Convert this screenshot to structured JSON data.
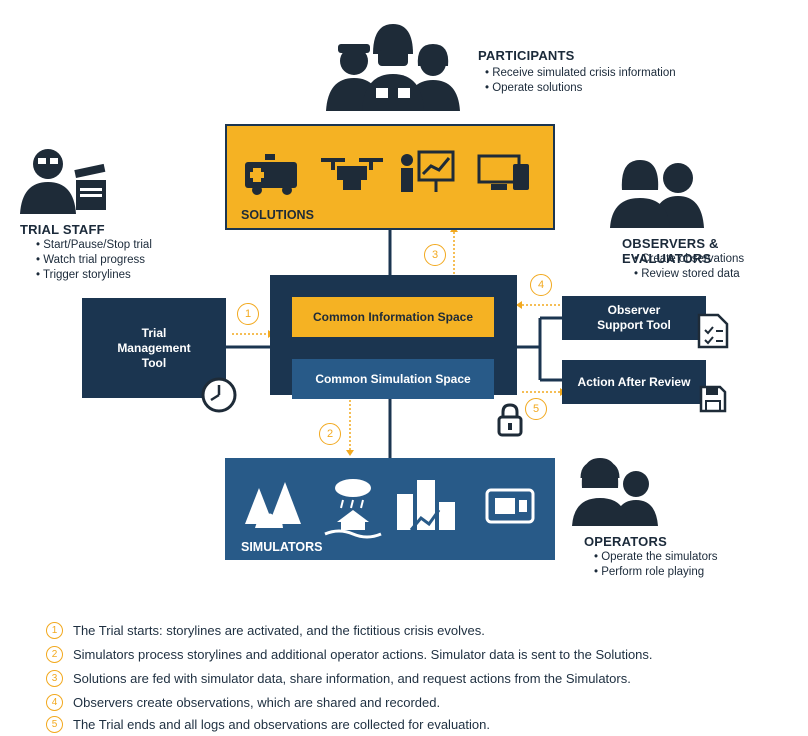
{
  "participants": {
    "heading": "PARTICIPANTS",
    "bullets": [
      "• Receive simulated crisis information",
      "• Operate solutions"
    ]
  },
  "trial_staff": {
    "heading": "TRIAL STAFF",
    "bullets": [
      "• Start/Pause/Stop trial",
      "• Watch trial progress",
      "• Trigger storylines"
    ]
  },
  "observers": {
    "heading": "OBSERVERS & EVALUATORS",
    "bullets": [
      "• Create observations",
      "• Review stored data"
    ]
  },
  "operators": {
    "heading": "OPERATORS",
    "bullets": [
      "• Operate the simulators",
      "• Perform role playing"
    ]
  },
  "solutions": {
    "label": "SOLUTIONS"
  },
  "simulators": {
    "label": "SIMULATORS"
  },
  "trial_management_tool": {
    "label_line1": "Trial",
    "label_line2": "Management",
    "label_line3": "Tool"
  },
  "common_information_space": {
    "label": "Common Information Space"
  },
  "common_simulation_space": {
    "label": "Common Simulation Space"
  },
  "observer_support_tool": {
    "label_line1": "Observer",
    "label_line2": "Support Tool"
  },
  "action_after_review": {
    "label": "Action After Review"
  },
  "steps": [
    "1",
    "2",
    "3",
    "4",
    "5"
  ],
  "legend": [
    {
      "num": "1",
      "text": "The Trial starts: storylines are activated, and the fictitious crisis evolves."
    },
    {
      "num": "2",
      "text": "Simulators process storylines and additional operator actions. Simulator data is sent to the Solutions."
    },
    {
      "num": "3",
      "text": "Solutions are fed with simulator data, share information, and request actions from the Simulators."
    },
    {
      "num": "4",
      "text": "Observers create observations, which are shared and recorded."
    },
    {
      "num": "5",
      "text": "The Trial ends and all logs and observations are collected for evaluation."
    }
  ],
  "colors": {
    "navy": "#1b3550",
    "dark": "#1e2b38",
    "yellow": "#f5b223",
    "blue": "#285a88",
    "accent": "#f2a91f"
  }
}
